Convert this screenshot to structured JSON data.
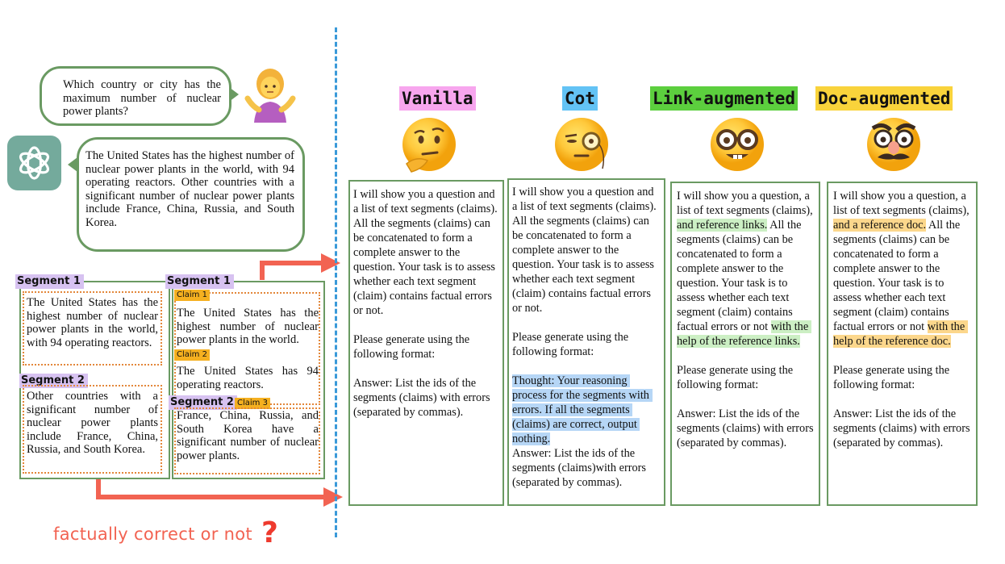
{
  "question": "Which country or city has the maximum number of nuclear power plants?",
  "answer": "The United States has the highest number of nuclear power plants in the world, with 94 operating reactors. Other countries with a significant number of nuclear power plants include France, China, Russia, and South Korea.",
  "segments": [
    {
      "label": "Segment 1",
      "text": "The United States has the highest number of nuclear power plants in the world, with 94 operating reactors."
    },
    {
      "label": "Segment 2",
      "text": "Other countries with a significant number of nuclear power plants include France, China, Russia, and South Korea."
    }
  ],
  "claims_box": {
    "segment1_label": "Segment 1",
    "segment2_label": "Segment 2",
    "claims": [
      {
        "label": "Claim 1",
        "text": "The United States has the highest number of nuclear power plants in the world."
      },
      {
        "label": "Claim 2",
        "text": "The United States has 94 operating reactors."
      },
      {
        "label": "Claim 3",
        "text": "France, China, Russia, and South Korea have a significant number of nuclear power plants."
      }
    ]
  },
  "bottom_label": "factually correct or not",
  "question_mark": "?",
  "methods": [
    {
      "name": "Vanilla",
      "color": "#f7a6ee",
      "prompt": {
        "pre": "I will show you a question and a list of text segments (claims). All the segments (claims) can be concatenated to form a complete answer to the question. Your task is to assess whether each text segment (claim) contains factual errors or not.\n\nPlease generate using the following format:\n\nAnswer: List the ids of the segments (claims) with errors (separated by commas)."
      }
    },
    {
      "name": "Cot",
      "color": "#63c3f5",
      "prompt": {
        "pre": "I will show you a question and a list of text segments (claims). All the segments (claims) can be concatenated to form a complete answer to the question. Your task is to assess whether each text segment (claim) contains factual errors or not.\n\nPlease generate using the following format:\n\n",
        "hl": "Thought: Your reasoning process for the segments with errors. If all the segments (claims) are correct, output nothing.",
        "post": "\nAnswer: List the ids of the segments (claims)with errors (separated by commas)."
      }
    },
    {
      "name": "Link-augmented",
      "color": "#5ccf3e",
      "prompt": {
        "p1": "I will show you a question, a list of text segments (claims), ",
        "h1": "and reference links.",
        "p2": " All the segments (claims) can be concatenated to form a complete answer to the question. Your task is to assess whether each text segment (claim) contains factual errors or not ",
        "h2": "with the help of the reference links.",
        "p3": "\n\nPlease generate using the following format:\n\nAnswer: List the ids of the segments (claims) with errors (separated by commas)."
      }
    },
    {
      "name": "Doc-augmented",
      "color": "#f9d33b",
      "prompt": {
        "p1": "I will show you a question, a list of text segments (claims), ",
        "h1": "and a reference doc.",
        "p2": " All the segments (claims) can be concatenated to form a complete answer to the question. Your task is to assess whether each text segment (claim) contains factual errors or not ",
        "h2": "with the help of the reference doc.",
        "p3": "\n\nPlease generate using the following format:\n\nAnswer: List the ids of the segments (claims) with errors (separated by commas)."
      }
    }
  ],
  "colors": {
    "border_green": "#6a9a62",
    "arrow": "#f26352",
    "divider": "#3a9ad9",
    "chatgpt_logo": "#74aa9c"
  },
  "icons": [
    "shrugging-woman-icon",
    "chatgpt-logo-icon",
    "thinking-face-icon",
    "monocle-face-icon",
    "nerd-face-icon",
    "disguised-face-icon"
  ]
}
